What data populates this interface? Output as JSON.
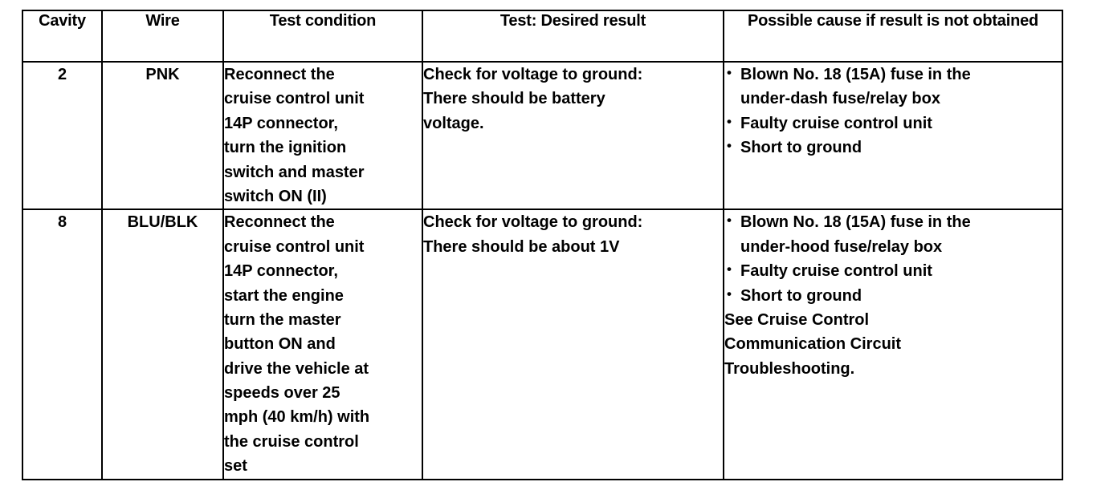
{
  "table": {
    "name": "cruise-control-troubleshooting-table",
    "columns": [
      {
        "key": "cavity",
        "header": "Cavity"
      },
      {
        "key": "wire",
        "header": "Wire"
      },
      {
        "key": "cond",
        "header": "Test condition"
      },
      {
        "key": "desired",
        "header": "Test: Desired result"
      },
      {
        "key": "cause",
        "header": "Possible cause if result is not obtained"
      }
    ],
    "rows": [
      {
        "cavity": "2",
        "wire": "PNK",
        "condition": "Reconnect the\ncruise control unit\n14P connector,\nturn the ignition\nswitch and master\nswitch ON (II)",
        "desired": "Check for voltage to ground:\nThere should be battery\nvoltage.",
        "causes": [
          "Blown No. 18 (15A) fuse in the\nunder-dash fuse/relay box",
          "Faulty cruise control unit",
          "Short to ground"
        ],
        "cause_note": ""
      },
      {
        "cavity": "8",
        "wire": "BLU/BLK",
        "condition": "Reconnect the\ncruise control unit\n14P connector,\nstart the engine\nturn the master\nbutton ON and\ndrive the vehicle at\nspeeds over 25\nmph (40 km/h) with\nthe cruise control\nset",
        "desired": "Check for voltage to ground:\nThere should be about 1V",
        "causes": [
          "Blown No. 18 (15A) fuse in the\nunder-hood fuse/relay box",
          "Faulty cruise control unit",
          "Short to ground"
        ],
        "cause_note": "See Cruise Control\nCommunication Circuit\nTroubleshooting."
      }
    ]
  },
  "style": {
    "border_color": "#000000",
    "background_color": "#ffffff",
    "text_color": "#000000"
  }
}
